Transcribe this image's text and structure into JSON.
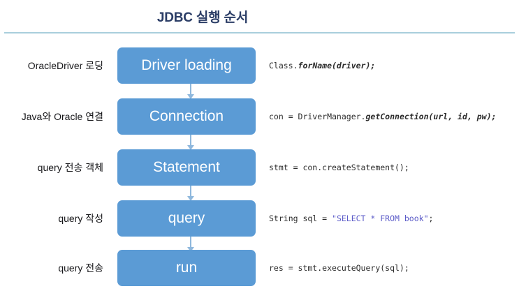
{
  "slide": {
    "title": "JDBC 실행 순서",
    "accent_color": "#5b9bd5",
    "title_color": "#2b3d66",
    "rule_color": "#a9cfdc",
    "arrow_color": "#8fb8dd"
  },
  "steps": [
    {
      "label": "OracleDriver 로딩",
      "box": "Driver loading",
      "code_plain": "Class.",
      "code_emph": "forName(driver);",
      "code_tail": ""
    },
    {
      "label": "Java와 Oracle 연결",
      "box": "Connection",
      "code_plain": "con = DriverManager.",
      "code_emph": "getConnection(url, id, pw);",
      "code_tail": ""
    },
    {
      "label": "query 전송 객체",
      "box": "Statement",
      "code_plain": "stmt = con.createStatement();",
      "code_emph": "",
      "code_tail": ""
    },
    {
      "label": "query 작성",
      "box": "query",
      "code_plain": "String sql = ",
      "code_emph": "",
      "code_string": "\"SELECT * FROM book\"",
      "code_tail": ";"
    },
    {
      "label": "query 전송",
      "box": "run",
      "code_plain": "res = stmt.executeQuery(sql);",
      "code_emph": "",
      "code_tail": ""
    }
  ],
  "arrows": [
    {
      "name": "arrow-driver-to-connection"
    },
    {
      "name": "arrow-connection-to-statement"
    },
    {
      "name": "arrow-statement-to-query"
    },
    {
      "name": "arrow-query-to-run"
    }
  ]
}
